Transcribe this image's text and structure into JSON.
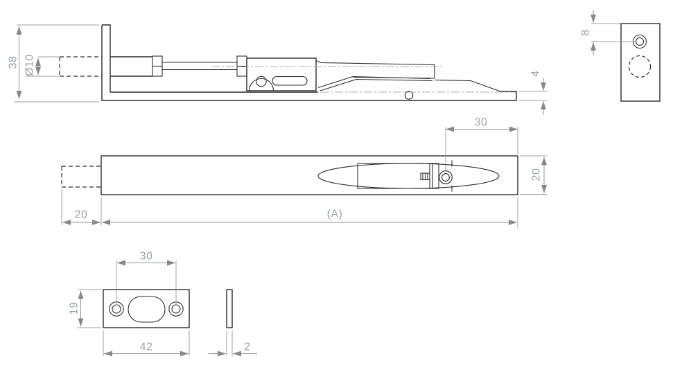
{
  "drawing_title": "flush-bolt-technical-drawing",
  "colors": {
    "background": "#ffffff",
    "object_line": "#2c2c2e",
    "dimension_line": "#8f9398",
    "dimension_text": "#99a1a9"
  },
  "dimensions": {
    "side_height": "38",
    "bolt_diameter": "Ø10",
    "base_thickness": "4",
    "end_hole_offset": "8",
    "plan_throw": "20",
    "plan_overall_length": "(A)",
    "plan_hole_to_end": "30",
    "plan_width": "20",
    "keeper_hole_spacing": "30",
    "keeper_height": "19",
    "keeper_width": "42",
    "keeper_thickness": "2"
  }
}
